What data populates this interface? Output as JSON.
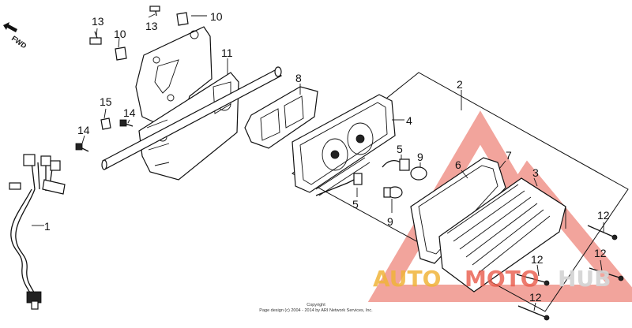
{
  "diagram": {
    "fwd_label": "FWD",
    "copyright": {
      "line1": "Copyright",
      "line2": "Page design (c) 2004 - 2014 by ARI Network Services, Inc."
    },
    "watermark": {
      "part1": "AUTO",
      "part2": "MOTO",
      "part3": "HUB",
      "color_primary": "#e85a4a",
      "color_secondary": "#f0b43a"
    },
    "callouts": {
      "c13a": "13",
      "c13b": "13",
      "c10a": "10",
      "c10b": "10",
      "c11": "11",
      "c8": "8",
      "c2": "2",
      "c4": "4",
      "c15": "15",
      "c14a": "14",
      "c14b": "14",
      "c5a": "5",
      "c5b": "5",
      "c9a": "9",
      "c9b": "9",
      "c7": "7",
      "c6": "6",
      "c3": "3",
      "c1": "1",
      "c12a": "12",
      "c12b": "12",
      "c12c": "12",
      "c12d": "12"
    }
  }
}
